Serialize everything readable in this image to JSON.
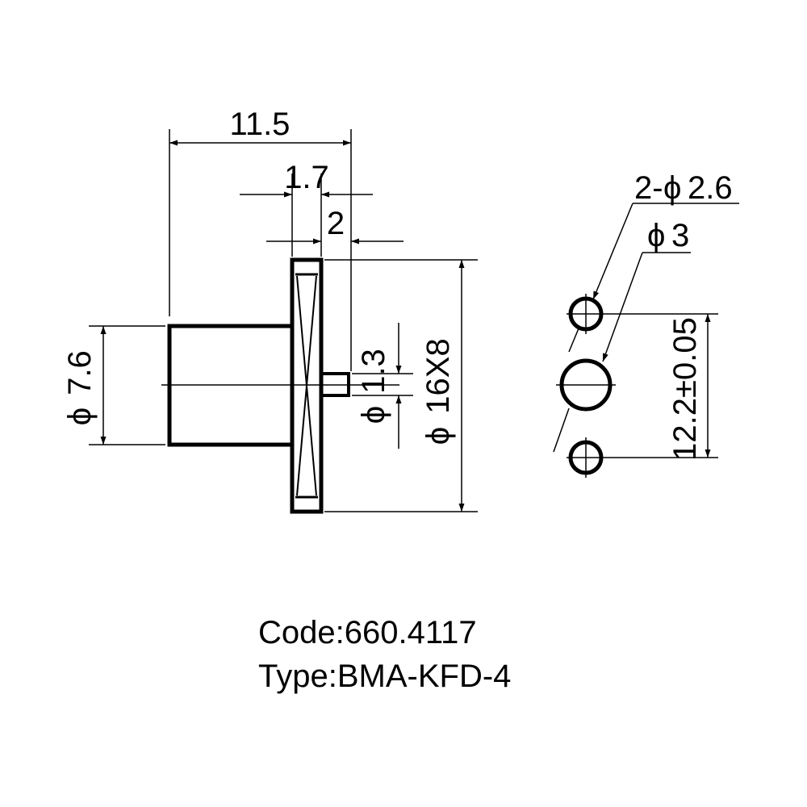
{
  "dimensions": {
    "overall_length": "11.5",
    "flange_thickness": "1.7",
    "pin_length": "2",
    "body_diameter": "7.6",
    "pin_diameter": "1.3",
    "flange_size": "16X8",
    "mount_holes": "2-",
    "mount_hole_diameter": "2.6",
    "center_hole_diameter": "3",
    "hole_spacing": "12.2±0.05",
    "diameter_symbol": "ϕ"
  },
  "caption": {
    "code": "Code:660.4117",
    "type": "Type:BMA-KFD-4"
  }
}
